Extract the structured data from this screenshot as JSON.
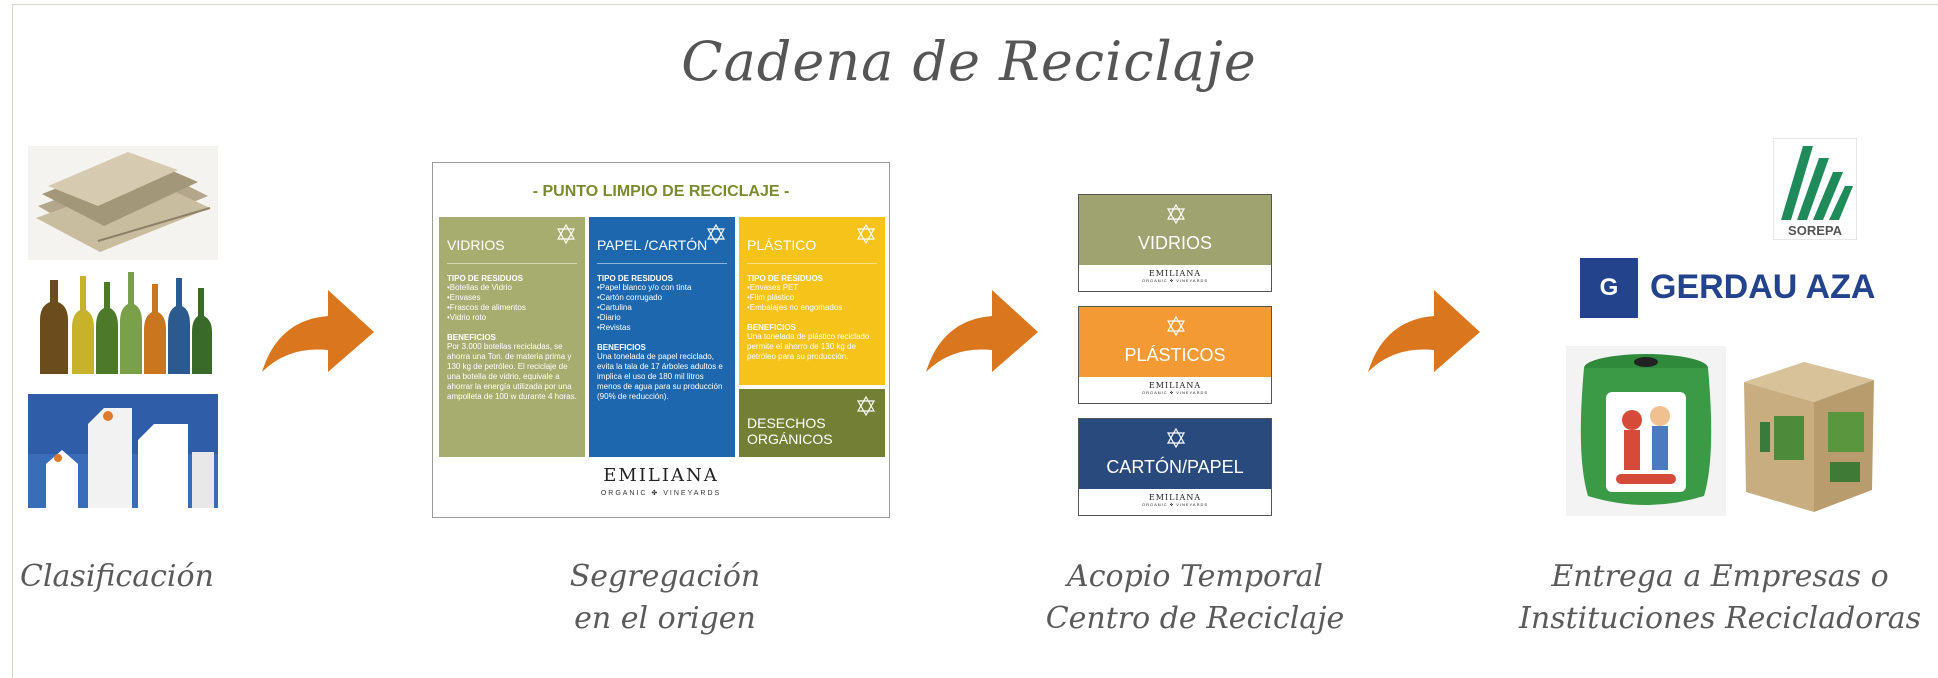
{
  "title": "Cadena de Reciclaje",
  "steps": [
    {
      "label_line1": "Clasificación",
      "label_line2": ""
    },
    {
      "label_line1": "Segregación",
      "label_line2": "en el origen"
    },
    {
      "label_line1": "Acopio Temporal",
      "label_line2": "Centro de Reciclaje"
    },
    {
      "label_line1": "Entrega a Empresas o",
      "label_line2": "Instituciones Recicladoras"
    }
  ],
  "punto_limpio": {
    "title": "- PUNTO LIMPIO DE RECICLAJE -",
    "columns": [
      {
        "name": "VIDRIOS",
        "color": "#a7ad6f",
        "residuos_title": "TIPO DE RESIDUOS",
        "residuos": [
          "•Botellas de Vidrio",
          "•Envases",
          "•Frascos de alimentos",
          "•Vidrio roto"
        ],
        "beneficios_title": "BENEFICIOS",
        "beneficios": "Por 3.000 botellas recicladas, se ahorra una Ton. de materia prima y 130 kg de petróleo. El reciclaje de una botella de vidrio, equivale a ahorrar la energía utilizada por una ampolleta de 100 w durante 4 horas."
      },
      {
        "name": "PAPEL /CARTÓN",
        "color": "#1c67ae",
        "residuos_title": "TIPO DE RESIDUOS",
        "residuos": [
          "•Papel blanco y/o con tinta",
          "•Cartón corrugado",
          "•Cartulina",
          "•Diario",
          "•Revistas"
        ],
        "beneficios_title": "BENEFICIOS",
        "beneficios": "Una tonelada de papel reciclado, evita la tala de 17 árboles adultos e implica el uso de 180 mil litros menos de agua para su producción (90% de reducción)."
      },
      {
        "name": "PLÁSTICO",
        "color": "#f6c31a",
        "residuos_title": "TIPO DE RESIDUOS",
        "residuos": [
          "•Envases PET",
          "•Film plástico",
          "•Embalajes no engomados"
        ],
        "beneficios_title": "BENEFICIOS",
        "beneficios": "Una tonelada de plástico reciclado permite el ahorro de 130 kg de petróleo para su producción."
      },
      {
        "name_line1": "DESECHOS",
        "name_line2": "ORGÁNICOS",
        "color": "#737f35"
      }
    ],
    "brand": "EMILIANA",
    "brand_sub": "ORGANIC ✤ VINEYARDS"
  },
  "bins": [
    {
      "label": "VIDRIOS",
      "color": "#9ea36f",
      "brand": "EMILIANA",
      "brand_sub": "ORGANIC ✤ VINEYARDS"
    },
    {
      "label": "PLÁSTICOS",
      "color": "#f39a34",
      "brand": "EMILIANA",
      "brand_sub": "ORGANIC ✤ VINEYARDS"
    },
    {
      "label": "CARTÓN/PAPEL",
      "color": "#284a7d",
      "brand": "EMILIANA",
      "brand_sub": "ORGANIC ✤ VINEYARDS"
    }
  ],
  "companies": {
    "sorepa": "SOREPA",
    "gerdau_mark": "G",
    "gerdau": "GERDAU AZA"
  },
  "colors": {
    "arrow": "#d9761e",
    "script_text": "#555555"
  }
}
